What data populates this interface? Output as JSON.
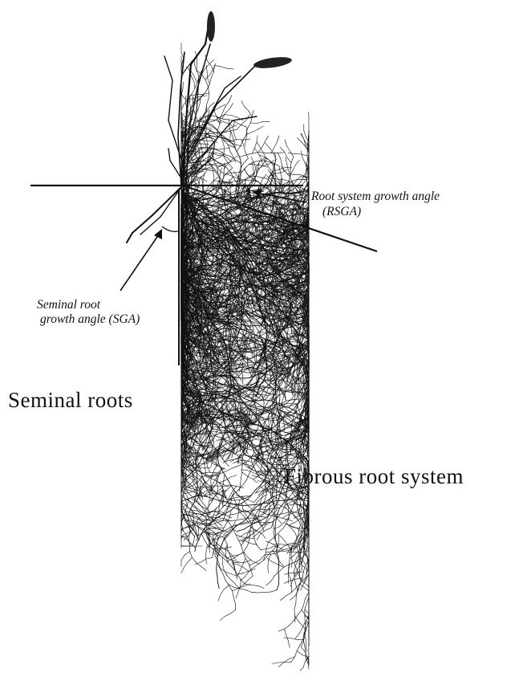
{
  "labels": {
    "rsga_line1": "Root system growth angle",
    "rsga_line2": "(RSGA)",
    "sga_line1": "Seminal root",
    "sga_line2": "growth angle (SGA)",
    "seminal_roots": "Seminal roots",
    "fibrous_root_system": "Fibrous root system"
  },
  "colors": {
    "ink": "#111111",
    "root_shade": "#d8d8d8"
  }
}
